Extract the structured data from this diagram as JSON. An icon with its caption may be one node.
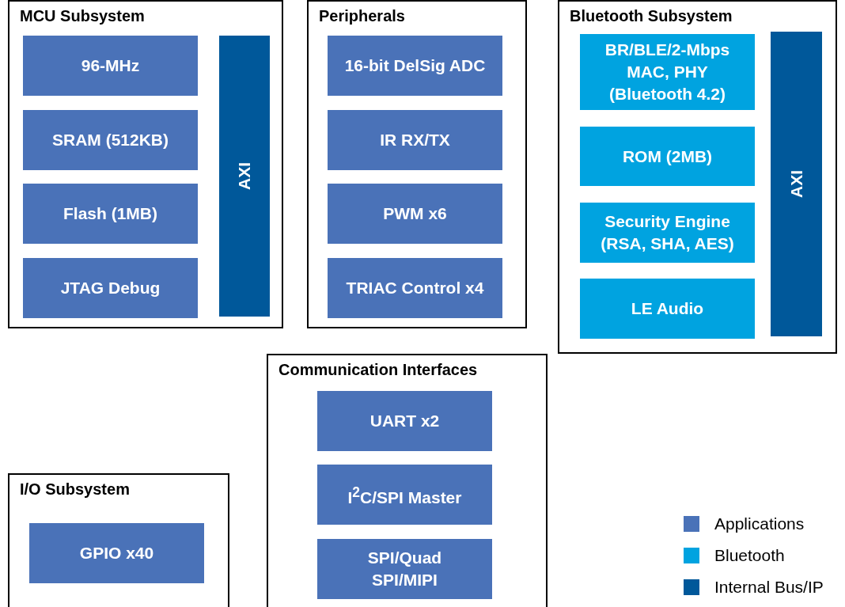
{
  "diagram": {
    "nodes": [
      {
        "text": [
          "MCU Subsystem"
        ]
      },
      {
        "text": [
          "96-MHz"
        ],
        "in": 0
      },
      {
        "text": [
          "SRAM (512KB)"
        ],
        "in": 0
      },
      {
        "text": [
          "Flash (1MB)"
        ],
        "in": 0
      },
      {
        "text": [
          "JTAG Debug"
        ],
        "in": 0
      },
      {
        "text": [
          "AXI"
        ],
        "in": 0
      },
      {
        "text": [
          "Peripherals"
        ]
      },
      {
        "text": [
          "16-bit DelSig ADC"
        ],
        "in": 6
      },
      {
        "text": [
          "IR RX/TX"
        ],
        "in": 6
      },
      {
        "text": [
          "PWM x6"
        ],
        "in": 6
      },
      {
        "text": [
          "TRIAC Control x4"
        ],
        "in": 6
      },
      {
        "text": [
          "Bluetooth Subsystem"
        ]
      },
      {
        "text": [
          "BR/BLE/2-Mbps MAC, PHY (Bluetooth 4.2)"
        ],
        "in": 11
      },
      {
        "text": [
          "ROM (2MB)"
        ],
        "in": 11
      },
      {
        "text": [
          "Security Engine (RSA, SHA, AES)"
        ],
        "in": 11
      },
      {
        "text": [
          "LE Audio"
        ],
        "in": 11
      },
      {
        "text": [
          "AXI"
        ],
        "in": 11
      },
      {
        "text": [
          "Communication Interfaces"
        ]
      },
      {
        "text": [
          "UART x2"
        ],
        "in": 17
      },
      {
        "text": [
          "I$^{2}$C/SPI Master"
        ],
        "in": 17
      },
      {
        "text": [
          "SPI/Quad SPI/MIPI"
        ],
        "in": 17
      },
      {
        "text": [
          "I/O Subsystem"
        ]
      },
      {
        "text": [
          "GPIO x40"
        ],
        "in": 21
      }
    ],
    "edges": [],
    "legend": [
      {
        "text": "Applications",
        "color": "#4a72b8"
      },
      {
        "text": "Bluetooth",
        "color": "#00a3e0"
      },
      {
        "text": "Internal Bus/IP",
        "color": "#00589a"
      }
    ]
  }
}
